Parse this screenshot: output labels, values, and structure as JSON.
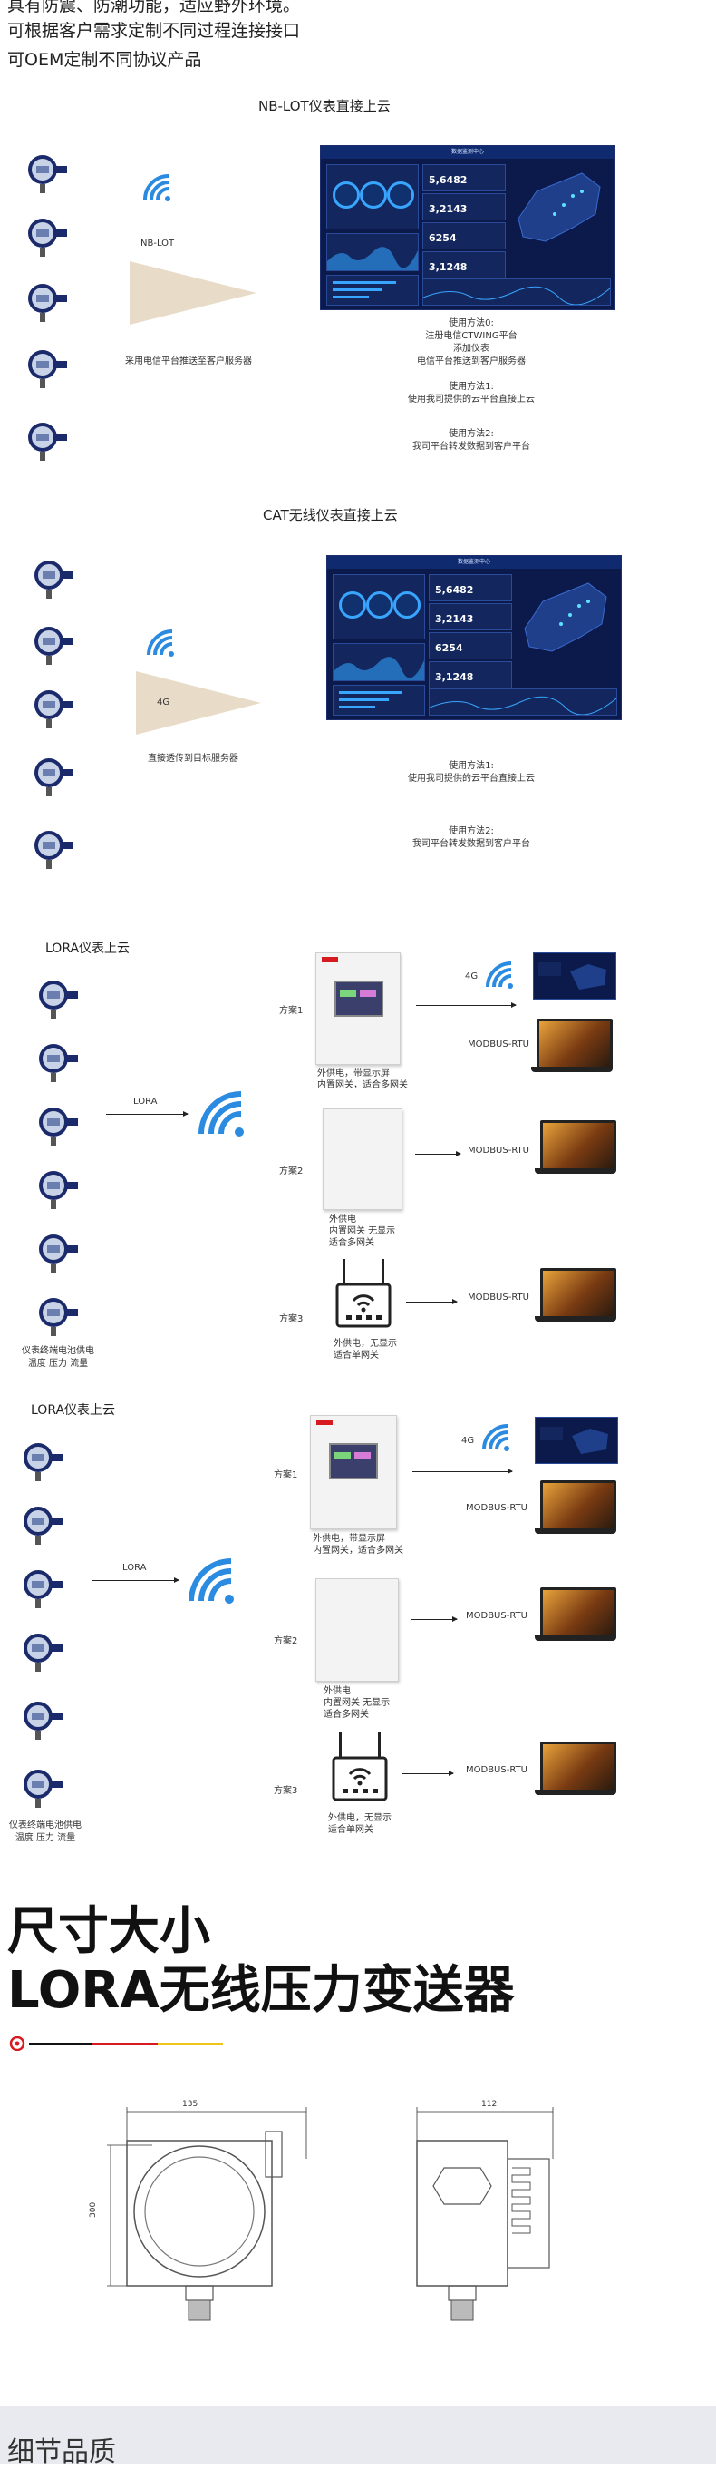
{
  "intro": {
    "line1": "具有防震、防潮功能，适应野外环境。",
    "line2": "可根据客户需求定制不同过程连接接口",
    "line3": "可OEM定制不同协议产品"
  },
  "nb": {
    "title": "NB-LOT仪表直接上云",
    "net_label": "NB-LOT",
    "platform_caption": "采用电信平台推送至客户服务器",
    "method0": "使用方法0:\n注册电信CTWING平台\n添加仪表\n电信平台推送到客户服务器",
    "method1": "使用方法1:\n使用我司提供的云平台直接上云",
    "method2": "使用方法2:\n我司平台转发数据到客户平台"
  },
  "cat": {
    "title": "CAT无线仪表直接上云",
    "net_label": "4G",
    "platform_caption": "直接透传到目标服务器",
    "method1": "使用方法1:\n使用我司提供的云平台直接上云",
    "method2": "使用方法2:\n我司平台转发数据到客户平台"
  },
  "dashboard": {
    "header": "数据监测中心",
    "kpi1": "5,6482",
    "kpi2": "3,2143",
    "kpi3": "6254",
    "kpi4": "3,1248"
  },
  "lora1": {
    "title": "LORA仪表上云",
    "net_label": "LORA",
    "plan1": "方案1",
    "plan2": "方案2",
    "plan3": "方案3",
    "plan1_caption": "外供电，带显示屏\n内置网关，适合多网关",
    "plan2_caption": "外供电\n内置网关 无显示\n适合多网关",
    "plan3_caption": "外供电，无显示\n适合单网关",
    "label_4g": "4G",
    "modbus1": "MODBUS-RTU",
    "modbus2": "MODBUS-RTU",
    "modbus3": "MODBUS-RTU",
    "device_caption": "仪表终端电池供电\n温度 压力 流量"
  },
  "lora2": {
    "title": "LORA仪表上云",
    "net_label": "LORA",
    "plan1": "方案1",
    "plan2": "方案2",
    "plan3": "方案3",
    "plan1_caption": "外供电，带显示屏\n内置网关，适合多网关",
    "plan2_caption": "外供电\n内置网关 无显示\n适合多网关",
    "plan3_caption": "外供电，无显示\n适合单网关",
    "label_4g": "4G",
    "modbus1": "MODBUS-RTU",
    "modbus2": "MODBUS-RTU",
    "modbus3": "MODBUS-RTU",
    "device_caption": "仪表终端电池供电\n温度 压力 流量"
  },
  "size": {
    "title_line1": "尺寸大小",
    "title_line2": "LORA无线压力变送器",
    "dim_width_front": "135",
    "dim_height": "300",
    "dim_width_side": "112"
  },
  "footer": {
    "title": "细节品质"
  },
  "colors": {
    "accent_red": "#d71920",
    "accent_yellow": "#f0c419",
    "wifi_blue": "#2b8be0",
    "dash_bg": "#0b1a4a"
  }
}
